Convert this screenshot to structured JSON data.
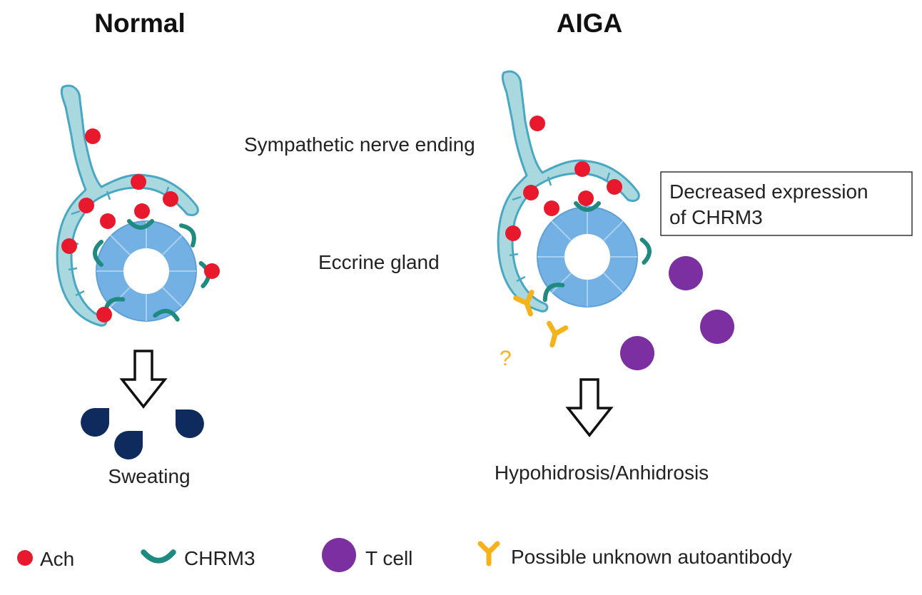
{
  "titles": {
    "left": "Normal",
    "right": "AIGA"
  },
  "labels": {
    "nerve": "Sympathetic nerve ending",
    "gland": "Eccrine gland",
    "sweating": "Sweating",
    "hypohidrosis": "Hypohidrosis/Anhidrosis",
    "question": "?"
  },
  "box": {
    "line1": "Decreased expression",
    "line2": "of CHRM3"
  },
  "legend": {
    "ach": "Ach",
    "chrm3": "CHRM3",
    "tcell": "T cell",
    "autoantibody": "Possible unknown autoantibody"
  },
  "colors": {
    "ach": "#e8192c",
    "chrm3": "#1f8a80",
    "tcell": "#7b2fa0",
    "autoantibody": "#f5b21b",
    "nerve_fill": "#a9d8df",
    "nerve_stroke": "#48a8c4",
    "gland": "#73b0e3",
    "sweat": "#0f2a5c"
  }
}
